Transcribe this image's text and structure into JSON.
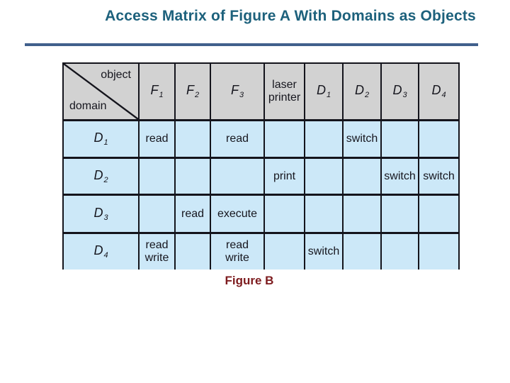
{
  "slide": {
    "title": "Access Matrix of Figure A With Domains as Objects",
    "caption": "Figure B"
  },
  "colors": {
    "title_text": "#1d617c",
    "divider": "#41608c",
    "caption_text": "#7d1b1e",
    "table_header_bg": "#d2d2d2",
    "table_body_bg": "#cce8f8",
    "table_border": "#14141c"
  },
  "access_matrix": {
    "corner": {
      "object": "object",
      "domain": "domain"
    },
    "columns": [
      {
        "base": "F",
        "sub": "1"
      },
      {
        "base": "F",
        "sub": "2"
      },
      {
        "base": "F",
        "sub": "3"
      },
      {
        "base": "laser printer",
        "sub": ""
      },
      {
        "base": "D",
        "sub": "1"
      },
      {
        "base": "D",
        "sub": "2"
      },
      {
        "base": "D",
        "sub": "3"
      },
      {
        "base": "D",
        "sub": "4"
      }
    ],
    "rows": [
      {
        "label": {
          "base": "D",
          "sub": "1"
        },
        "cells": [
          "read",
          "",
          "read",
          "",
          "",
          "switch",
          "",
          ""
        ]
      },
      {
        "label": {
          "base": "D",
          "sub": "2"
        },
        "cells": [
          "",
          "",
          "",
          "print",
          "",
          "",
          "switch",
          "switch"
        ]
      },
      {
        "label": {
          "base": "D",
          "sub": "3"
        },
        "cells": [
          "",
          "read",
          "execute",
          "",
          "",
          "",
          "",
          ""
        ]
      },
      {
        "label": {
          "base": "D",
          "sub": "4"
        },
        "cells": [
          "read write",
          "",
          "read write",
          "",
          "switch",
          "",
          "",
          ""
        ]
      }
    ]
  }
}
